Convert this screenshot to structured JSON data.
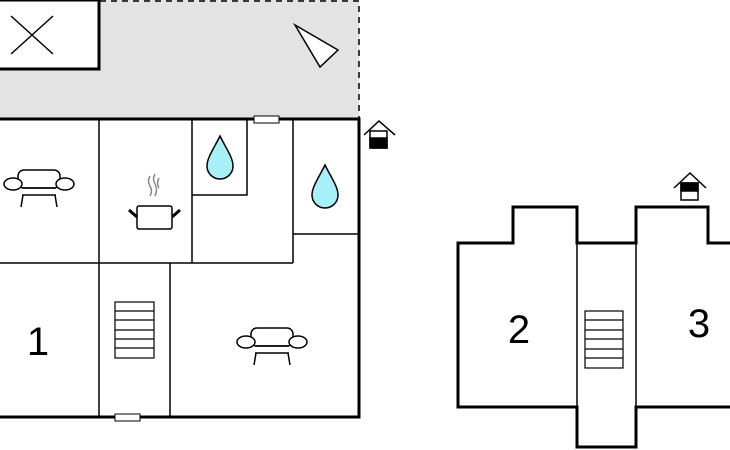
{
  "floorplan": {
    "room_labels": [
      "1",
      "2",
      "3"
    ],
    "colors": {
      "terrace": "#e3e3e3",
      "water": "#a8f0f8",
      "wall": "#000000"
    },
    "icons": [
      "terrace-cross-icon",
      "compass-north-icon",
      "entrance-house-icon",
      "sofa-icon",
      "cooking-pot-icon",
      "water-drop-icon",
      "stairs-icon"
    ]
  }
}
